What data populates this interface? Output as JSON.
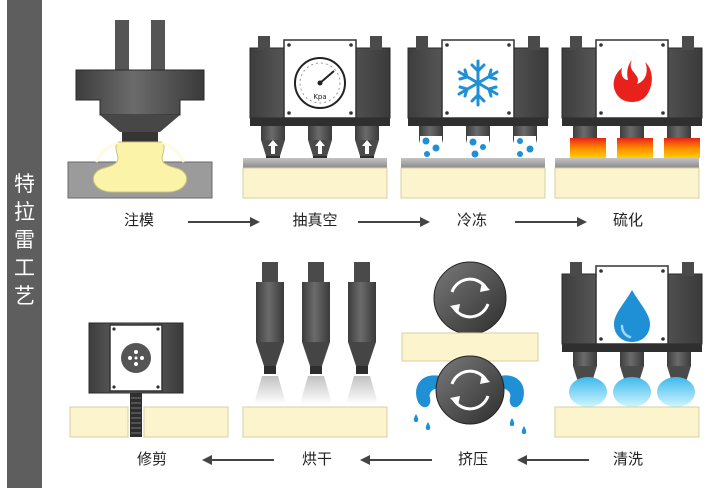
{
  "sidebar": {
    "title": "特拉雷工艺",
    "background": "#5e5e5e",
    "text_color": "#ffffff"
  },
  "colors": {
    "machine": "#5a5a5a",
    "machine_dark": "#3a3a3a",
    "base": "#fbf4cc",
    "plate": "#a9a9a9",
    "blue": "#1f8fd6",
    "flame": "#e8221a",
    "heat": "#ffb300",
    "cool_water": "#7fe0ff",
    "arrow": "#444444"
  },
  "steps": {
    "injection": "注模",
    "vacuum": "抽真空",
    "freeze": "冷冻",
    "vulcanize": "硫化",
    "wash": "清洗",
    "squeeze": "挤压",
    "dry": "烘干",
    "trim": "修剪"
  },
  "gauge": {
    "unit": "Kpa"
  },
  "icons": {
    "vacuum": "pressure-gauge-icon",
    "freeze": "snowflake-icon",
    "vulcanize": "flame-icon",
    "wash": "water-drop-icon",
    "squeeze": "rotate-arrows-icon",
    "trim": "crosshair-icon"
  }
}
